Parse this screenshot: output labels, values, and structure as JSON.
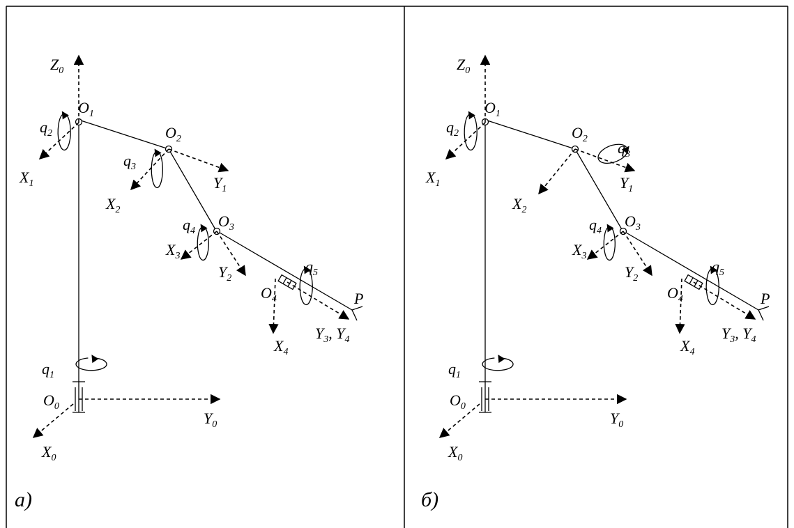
{
  "figure": {
    "panels": [
      {
        "id": "a",
        "tag": "а)",
        "variant": "a"
      },
      {
        "id": "b",
        "tag": "б)",
        "variant": "b"
      }
    ],
    "labels": {
      "Z0": [
        "Z",
        "0"
      ],
      "O1": [
        "O",
        "1"
      ],
      "q2": [
        "q",
        "2"
      ],
      "X1": [
        "X",
        "1"
      ],
      "O2": [
        "O",
        "2"
      ],
      "q3": [
        "q",
        "3"
      ],
      "Y1": [
        "Y",
        "1"
      ],
      "X2": [
        "X",
        "2"
      ],
      "q4": [
        "q",
        "4"
      ],
      "O3": [
        "O",
        "3"
      ],
      "X3": [
        "X",
        "3"
      ],
      "Y2": [
        "Y",
        "2"
      ],
      "q5": [
        "q",
        "5"
      ],
      "O4": [
        "O",
        "4"
      ],
      "P": [
        "P",
        ""
      ],
      "Y3Y4": [
        "Y",
        "3",
        ", Y",
        "4"
      ],
      "X4": [
        "X",
        "4"
      ],
      "q1": [
        "q",
        "1"
      ],
      "O0": [
        "O",
        "0"
      ],
      "Y0": [
        "Y",
        "0"
      ],
      "X0": [
        "X",
        "0"
      ]
    }
  }
}
